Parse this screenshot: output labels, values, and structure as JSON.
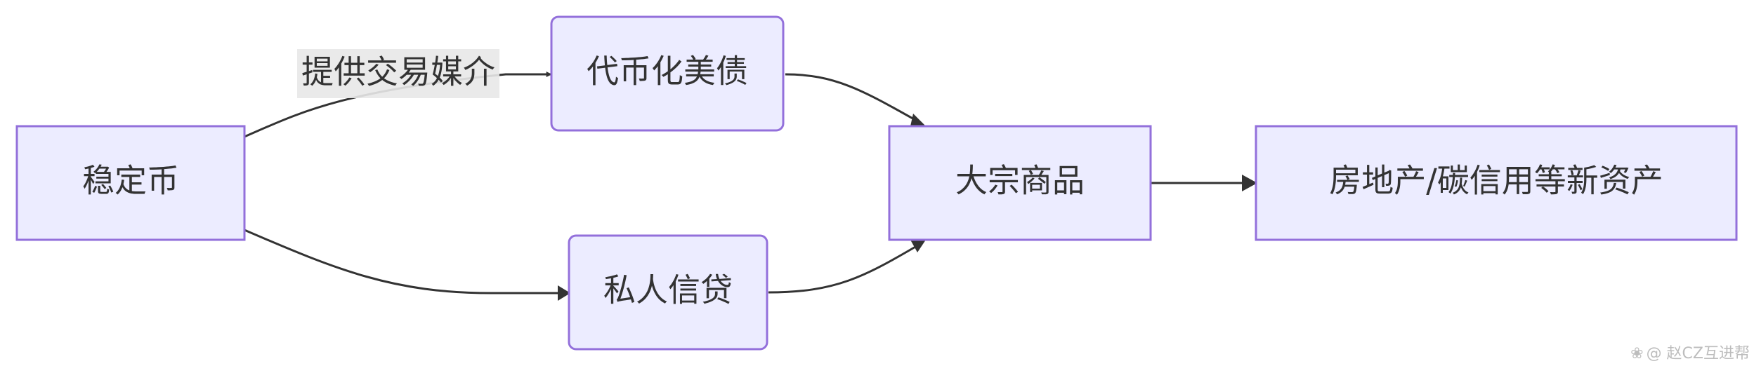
{
  "nodes": {
    "stablecoin": "稳定币",
    "tokenized_treasury": "代币化美债",
    "private_credit": "私人信贷",
    "commodities": "大宗商品",
    "new_assets": "房地产/碳信用等新资产"
  },
  "edges": {
    "stablecoin_to_treasury_label": "提供交易媒介"
  },
  "watermark": {
    "icon": "paw-icon",
    "text": "@ 赵CZ互进帮"
  },
  "colors": {
    "node_fill": "#ECECFF",
    "node_stroke": "#9370DB",
    "edge": "#333333",
    "label_bg": "#E8E8E8"
  }
}
